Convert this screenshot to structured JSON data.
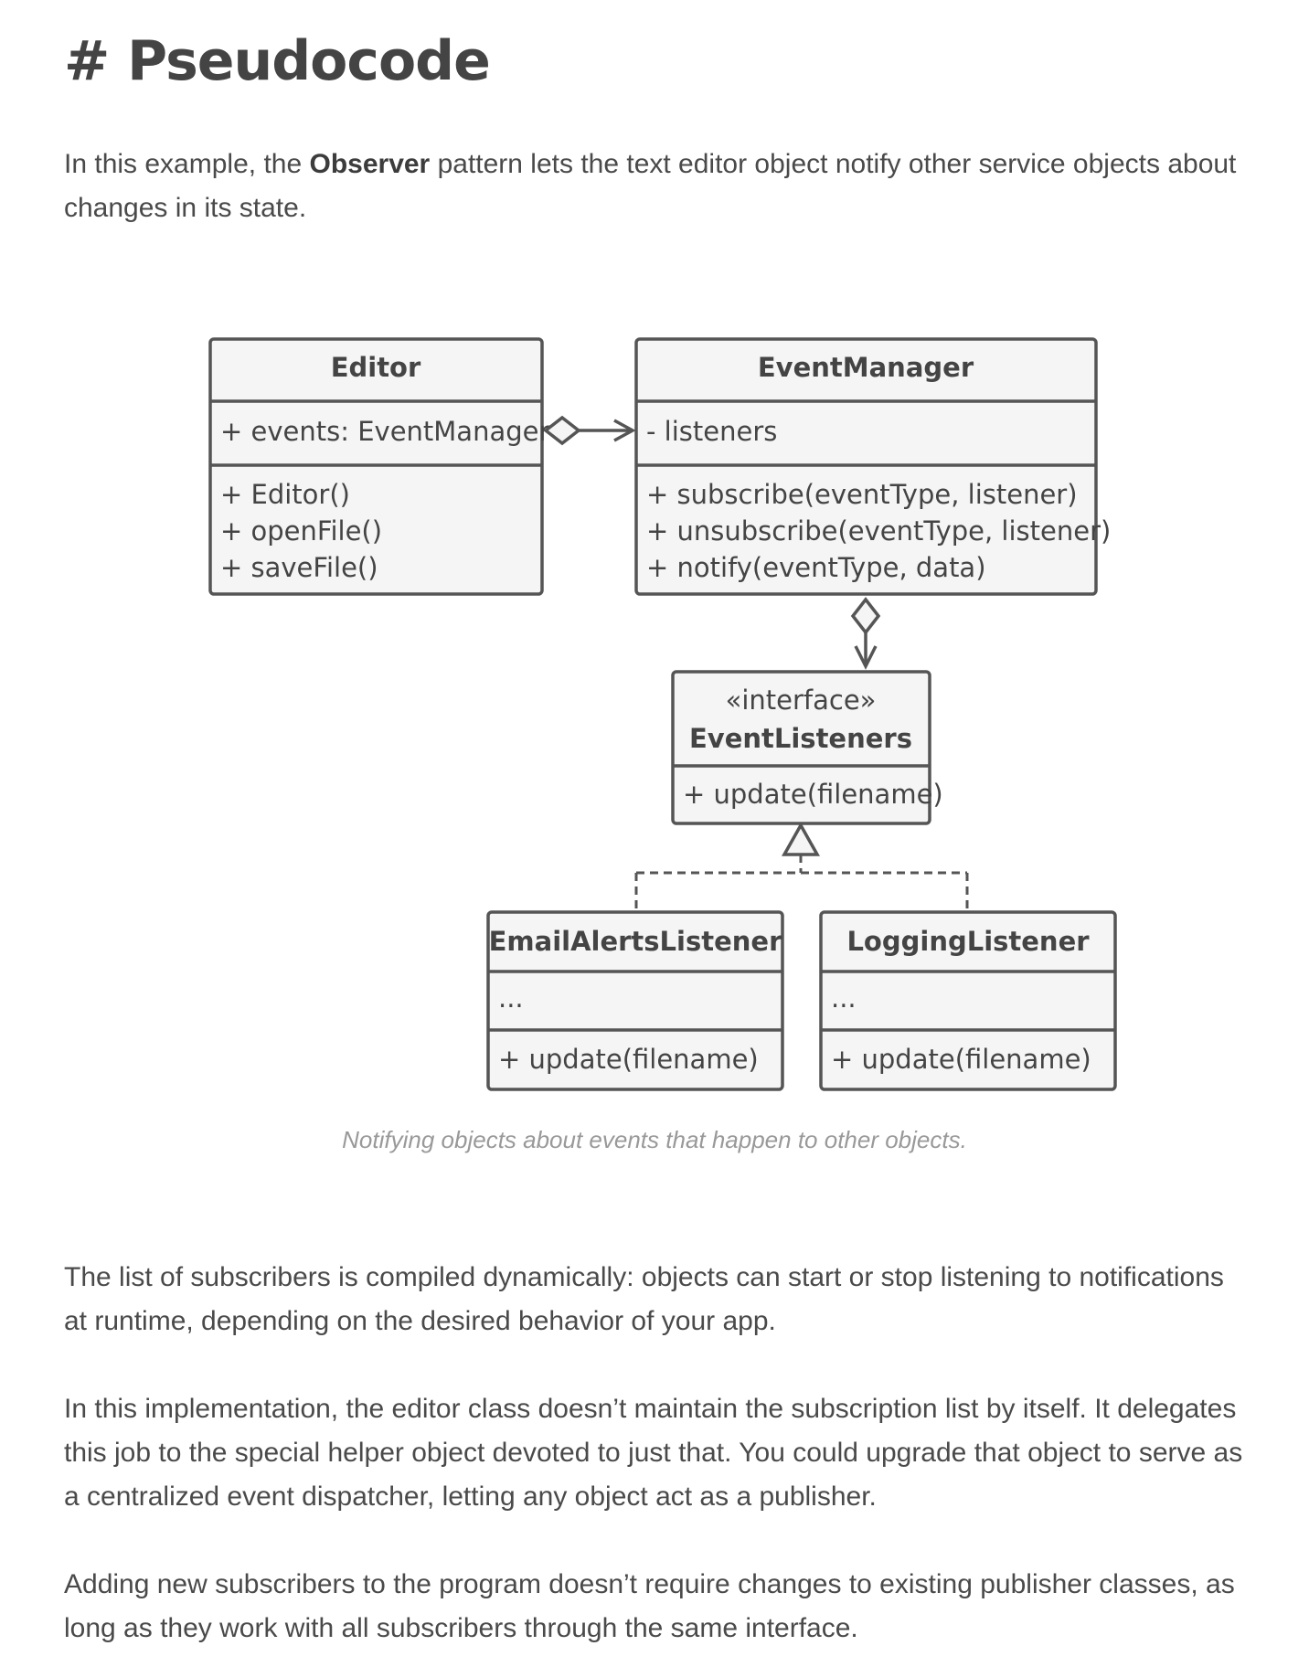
{
  "title": "# Pseudocode",
  "intro": {
    "before": "In this example, the ",
    "bold": "Observer",
    "after": " pattern lets the text editor object notify other service objects about changes in its state."
  },
  "diagram": {
    "editor": {
      "name": "Editor",
      "fields": [
        "+ events: EventManager"
      ],
      "methods": [
        "+ Editor()",
        "+ openFile()",
        "+ saveFile()"
      ]
    },
    "event_manager": {
      "name": "EventManager",
      "fields": [
        "- listeners"
      ],
      "methods": [
        "+ subscribe(eventType, listener)",
        "+ unsubscribe(eventType, listener)",
        "+ notify(eventType, data)"
      ]
    },
    "event_listeners": {
      "stereotype": "«interface»",
      "name": "EventListeners",
      "methods": [
        "+ update(filename)"
      ]
    },
    "email_listener": {
      "name": "EmailAlertsListener",
      "fields": [
        "..."
      ],
      "methods": [
        "+ update(filename)"
      ]
    },
    "logging_listener": {
      "name": "LoggingListener",
      "fields": [
        "..."
      ],
      "methods": [
        "+ update(filename)"
      ]
    },
    "caption": "Notifying objects about events that happen to other objects."
  },
  "paragraphs": [
    "The list of subscribers is compiled dynamically: objects can start or stop listening to notifications at runtime, depending on the desired behavior of your app.",
    "In this implementation, the editor class doesn’t maintain the subscription list by itself. It delegates this job to the special helper object devoted to just that. You could upgrade that object to serve as a centralized event dispatcher, letting any object act as a publisher.",
    "Adding new subscribers to the program doesn’t require changes to existing publisher classes, as long as they work with all subscribers through the same interface."
  ],
  "colors": {
    "text": "#4a4a4a",
    "box_fill": "#f5f5f5",
    "box_stroke": "#555555",
    "caption": "#999999"
  }
}
